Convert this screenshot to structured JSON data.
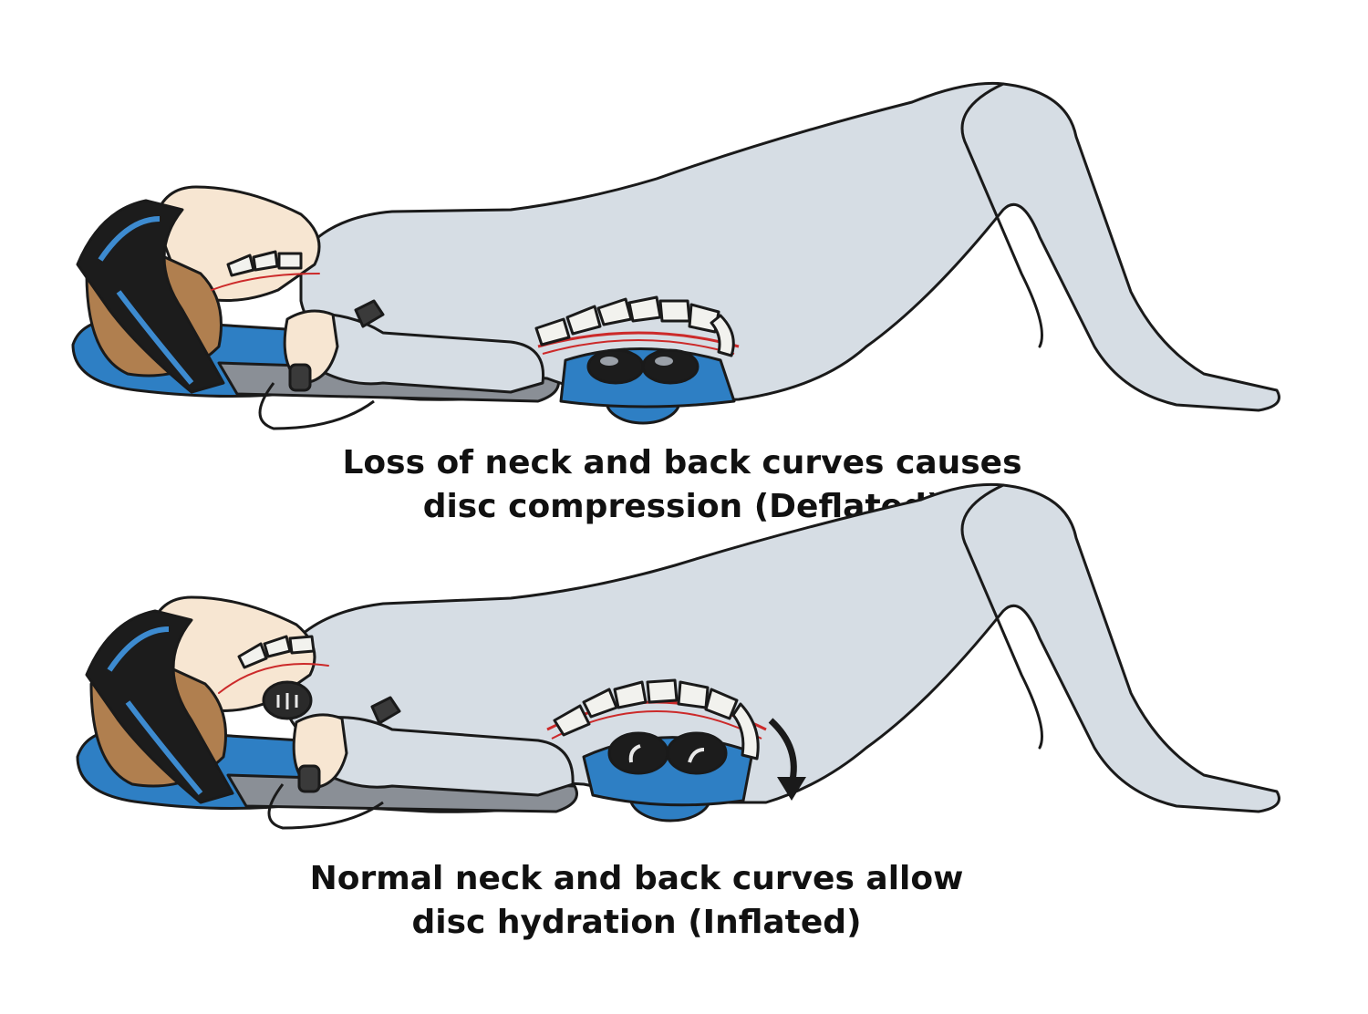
{
  "panels": [
    {
      "id": "deflated",
      "caption_line1": "Loss of neck and back curves causes",
      "caption_line2": "disc compression (Deflated)"
    },
    {
      "id": "inflated",
      "caption_line1": "Normal neck and back curves allow",
      "caption_line2": "disc hydration (Inflated)"
    }
  ],
  "colors": {
    "background": "#ffffff",
    "suit": "#d6dde4",
    "skin": "#f7e6d2",
    "hair": "#b07f4f",
    "device_blue": "#2e7fc4",
    "pad_black": "#1c1c1c",
    "bone": "#f2f2ee",
    "nerve_red": "#cc2a2a",
    "caption_text": "#111111"
  },
  "icons": [
    "spine-icon",
    "air-bladder-icon",
    "hand-pump-icon",
    "curve-arrow-icon"
  ]
}
